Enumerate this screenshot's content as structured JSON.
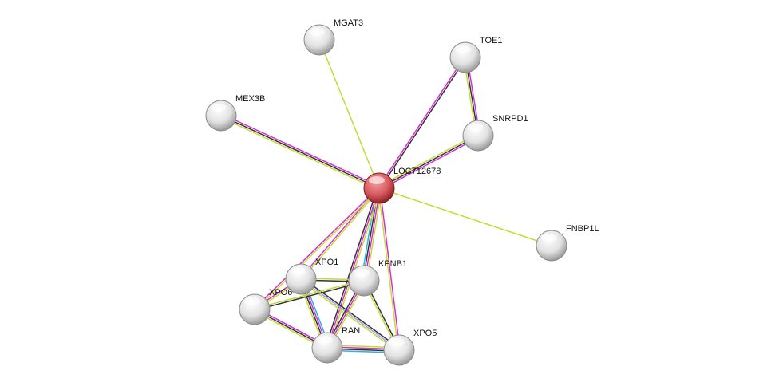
{
  "colors": {
    "textmining": "#c2dc34",
    "experiments": "#d52ed6",
    "coexpression": "#333333",
    "databases": "#28b4dc",
    "homology": "#9f9ff5",
    "query_node": "#d85a5e",
    "node": "#e4e4e4"
  },
  "nodes": [
    {
      "id": "LOC712678",
      "label": "LOC712678",
      "query": true
    },
    {
      "id": "MGAT3",
      "label": "MGAT3"
    },
    {
      "id": "TOE1",
      "label": "TOE1"
    },
    {
      "id": "MEX3B",
      "label": "MEX3B"
    },
    {
      "id": "SNRPD1",
      "label": "SNRPD1"
    },
    {
      "id": "FNBP1L",
      "label": "FNBP1L"
    },
    {
      "id": "XPO1",
      "label": "XPO1"
    },
    {
      "id": "KPNB1",
      "label": "KPNB1"
    },
    {
      "id": "XPO6",
      "label": "XPO6"
    },
    {
      "id": "RAN",
      "label": "RAN"
    },
    {
      "id": "XPO5",
      "label": "XPO5"
    }
  ],
  "edges": [
    {
      "a": "LOC712678",
      "b": "MGAT3",
      "types": [
        "textmining"
      ]
    },
    {
      "a": "LOC712678",
      "b": "TOE1",
      "types": [
        "experiments",
        "coexpression"
      ]
    },
    {
      "a": "LOC712678",
      "b": "SNRPD1",
      "types": [
        "textmining",
        "coexpression",
        "experiments"
      ]
    },
    {
      "a": "LOC712678",
      "b": "MEX3B",
      "types": [
        "textmining",
        "coexpression",
        "experiments"
      ]
    },
    {
      "a": "LOC712678",
      "b": "FNBP1L",
      "types": [
        "textmining"
      ]
    },
    {
      "a": "LOC712678",
      "b": "XPO1",
      "types": [
        "textmining",
        "experiments"
      ]
    },
    {
      "a": "LOC712678",
      "b": "XPO6",
      "types": [
        "textmining",
        "experiments"
      ]
    },
    {
      "a": "LOC712678",
      "b": "KPNB1",
      "types": [
        "textmining",
        "experiments",
        "coexpression",
        "databases"
      ]
    },
    {
      "a": "LOC712678",
      "b": "RAN",
      "types": [
        "textmining",
        "experiments",
        "coexpression"
      ]
    },
    {
      "a": "LOC712678",
      "b": "XPO5",
      "types": [
        "experiments",
        "textmining"
      ]
    },
    {
      "a": "TOE1",
      "b": "SNRPD1",
      "types": [
        "experiments",
        "coexpression",
        "textmining"
      ]
    },
    {
      "a": "XPO1",
      "b": "KPNB1",
      "types": [
        "textmining",
        "coexpression"
      ]
    },
    {
      "a": "XPO1",
      "b": "XPO6",
      "types": [
        "textmining",
        "experiments"
      ]
    },
    {
      "a": "XPO1",
      "b": "RAN",
      "types": [
        "databases",
        "experiments",
        "coexpression",
        "textmining"
      ]
    },
    {
      "a": "XPO1",
      "b": "XPO5",
      "types": [
        "coexpression",
        "homology",
        "textmining"
      ]
    },
    {
      "a": "XPO6",
      "b": "KPNB1",
      "types": [
        "textmining",
        "coexpression"
      ]
    },
    {
      "a": "XPO6",
      "b": "RAN",
      "types": [
        "experiments",
        "coexpression",
        "textmining"
      ]
    },
    {
      "a": "KPNB1",
      "b": "RAN",
      "types": [
        "textmining",
        "experiments",
        "coexpression"
      ]
    },
    {
      "a": "KPNB1",
      "b": "XPO5",
      "types": [
        "coexpression",
        "textmining"
      ]
    },
    {
      "a": "RAN",
      "b": "XPO5",
      "types": [
        "textmining",
        "experiments",
        "coexpression",
        "databases"
      ]
    }
  ]
}
